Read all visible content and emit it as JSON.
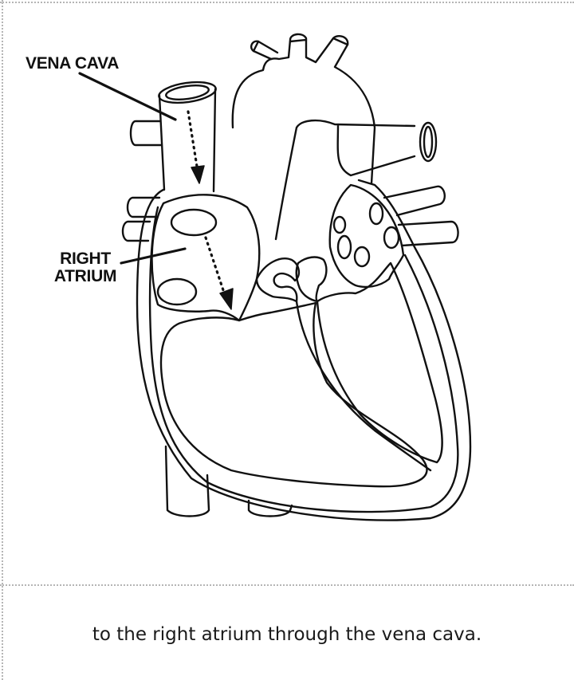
{
  "labels": {
    "vena_cava": "VENA CAVA",
    "right_atrium_line1": "RIGHT",
    "right_atrium_line2": "ATRIUM"
  },
  "caption": "to the right atrium through the vena cava."
}
